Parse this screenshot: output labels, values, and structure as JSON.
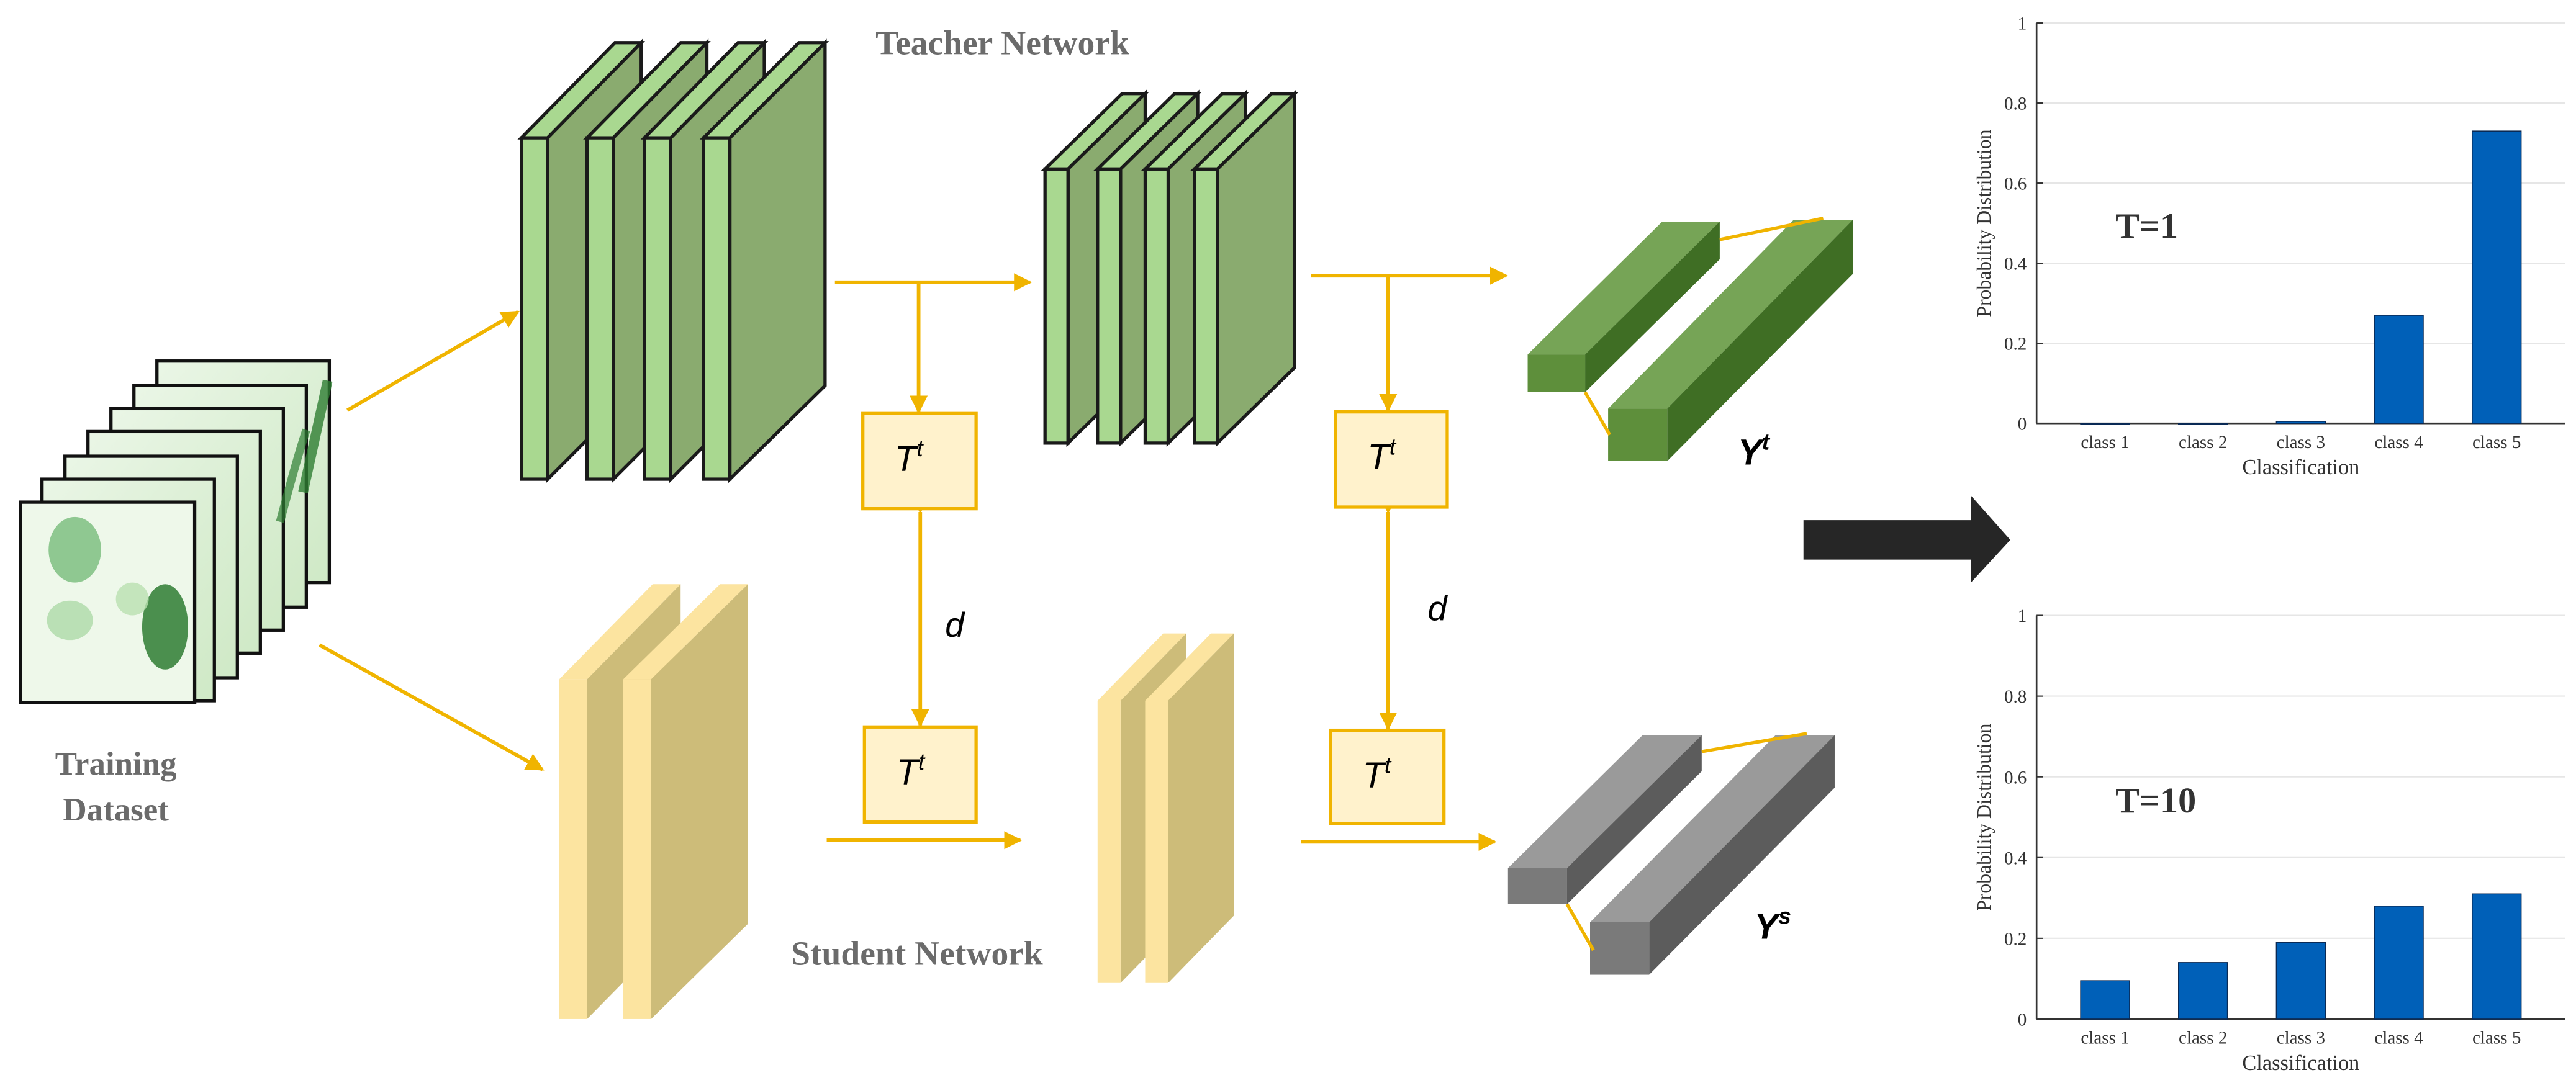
{
  "diagram": {
    "teacher_title": "Teacher  Network",
    "student_title": "Student Network",
    "training_label_line1": "Training",
    "training_label_line2": "Dataset",
    "temp_box_symbol": "T",
    "temp_box_superscript": "t",
    "distance_label": "d",
    "teacher_output_symbol": "Y",
    "teacher_output_superscript": "t",
    "student_output_symbol": "Y",
    "student_output_superscript": "s"
  },
  "colors": {
    "arrow": "#f0b400",
    "teacher_light": "#a9d890",
    "teacher_front": "#8aab6f",
    "student_light": "#fce4a0",
    "student_front": "#cdbc79",
    "box_fill": "#fff2cc",
    "box_stroke": "#f0b400",
    "bar": "#0060b8",
    "big_arrow": "#262626"
  },
  "chart_data": [
    {
      "type": "bar",
      "annotation": "T=1",
      "categories": [
        "class 1",
        "class 2",
        "class 3",
        "class 4",
        "class 5"
      ],
      "values": [
        0.0,
        0.0,
        0.005,
        0.27,
        0.73
      ],
      "xlabel": "Classification",
      "ylabel": "Probability Distribution",
      "ylim": [
        0,
        1
      ],
      "yticks": [
        "0",
        "0.2",
        "0.4",
        "0.6",
        "0.8",
        "1"
      ],
      "grid": true
    },
    {
      "type": "bar",
      "annotation": "T=10",
      "categories": [
        "class 1",
        "class 2",
        "class 3",
        "class 4",
        "class 5"
      ],
      "values": [
        0.095,
        0.14,
        0.19,
        0.28,
        0.31
      ],
      "xlabel": "Classification",
      "ylabel": "Probability Distribution",
      "ylim": [
        0,
        1
      ],
      "yticks": [
        "0",
        "0.2",
        "0.4",
        "0.6",
        "0.8",
        "1"
      ],
      "grid": true
    }
  ]
}
